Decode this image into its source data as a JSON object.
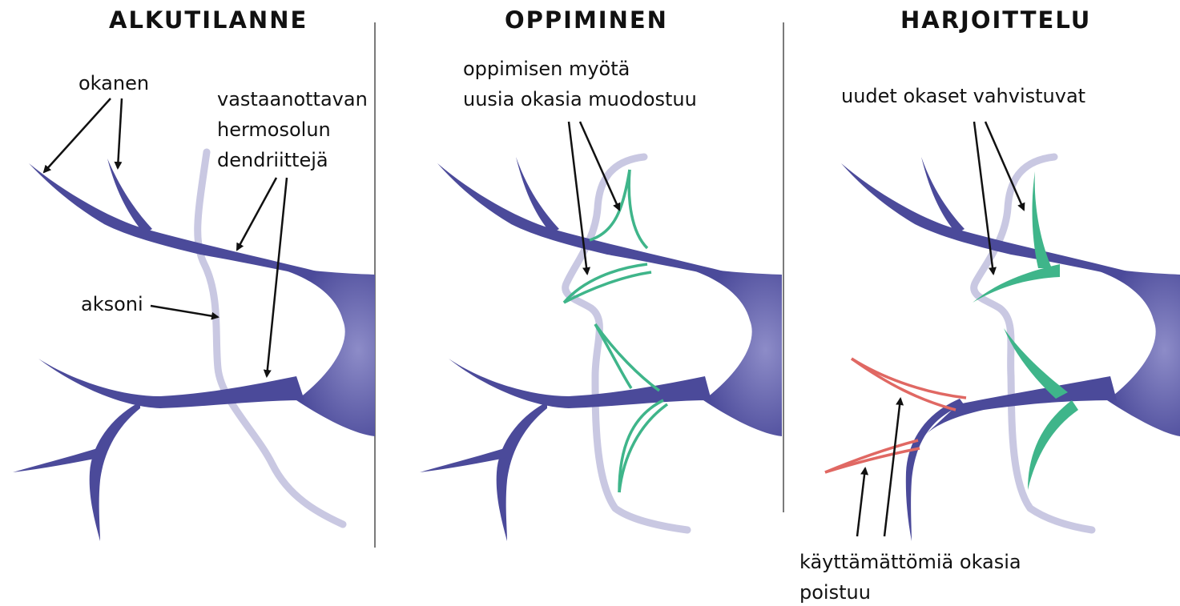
{
  "panels": [
    {
      "title": "ALKUTILANNE",
      "labels": {
        "okanen": "okanen",
        "dendrites_line1": "vastaanottavan",
        "dendrites_line2": "hermosolun",
        "dendrites_line3": "dendriittejä",
        "axon": "aksoni"
      }
    },
    {
      "title": "OPPIMINEN",
      "labels": {
        "new_spines_line1": "oppimisen myötä",
        "new_spines_line2": "uusia okasia muodostuu"
      }
    },
    {
      "title": "HARJOITTELU",
      "labels": {
        "strengthen": "uudet okaset vahvistuvat",
        "removed_line1": "käyttämättömiä okasia",
        "removed_line2": "poistuu"
      }
    }
  ],
  "colors": {
    "neuron": "#4b4a9a",
    "neuron_light": "#8d8cc8",
    "axon": "#c9c8e2",
    "new_spine": "#3fb58a",
    "removed_spine": "#e06863",
    "divider": "#7a7a7a",
    "text": "#111111"
  }
}
